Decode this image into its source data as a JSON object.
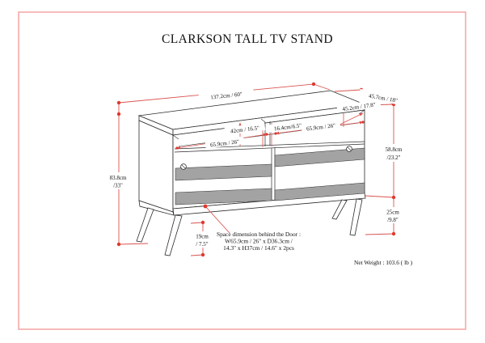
{
  "title": "CLARKSON TALL TV STAND",
  "figure": {
    "dimensions": {
      "overall_width": "137.2cm / 60\"",
      "overall_depth": "45.7cm / 18\"",
      "overall_height": [
        "83.8cm",
        "/33\""
      ],
      "cabinet_height": [
        "58.8cm",
        "/23.2\""
      ],
      "underneath_clearance": [
        "25cm",
        "/9.8\""
      ],
      "leg_height": [
        "19cm",
        "/ 7.5\""
      ],
      "left_opening_width": "65.9cm / 26\"",
      "right_opening_width": "65.9cm / 26\"",
      "opening_height": "42cm / 16.5\"",
      "center_divider_width": "16.4cm/6.5\"",
      "opening_depth": "45.2cm / 17.8\""
    },
    "door_note": {
      "line1": "Space dimension behind the Door :",
      "line2": "W65.9cm / 26\" x D36.3cm /",
      "line3": "14.3\" x H37cm / 14.6\" x 2pcs"
    },
    "net_weight": "Net Weight : 103.6 ( lb )"
  },
  "colors": {
    "dimension_red": "#d9534f",
    "dot_red": "#e0382d",
    "border_pink": "#f5a9a9",
    "slat_gray": "#a3a3a3",
    "line_black": "#2b2b2b"
  }
}
